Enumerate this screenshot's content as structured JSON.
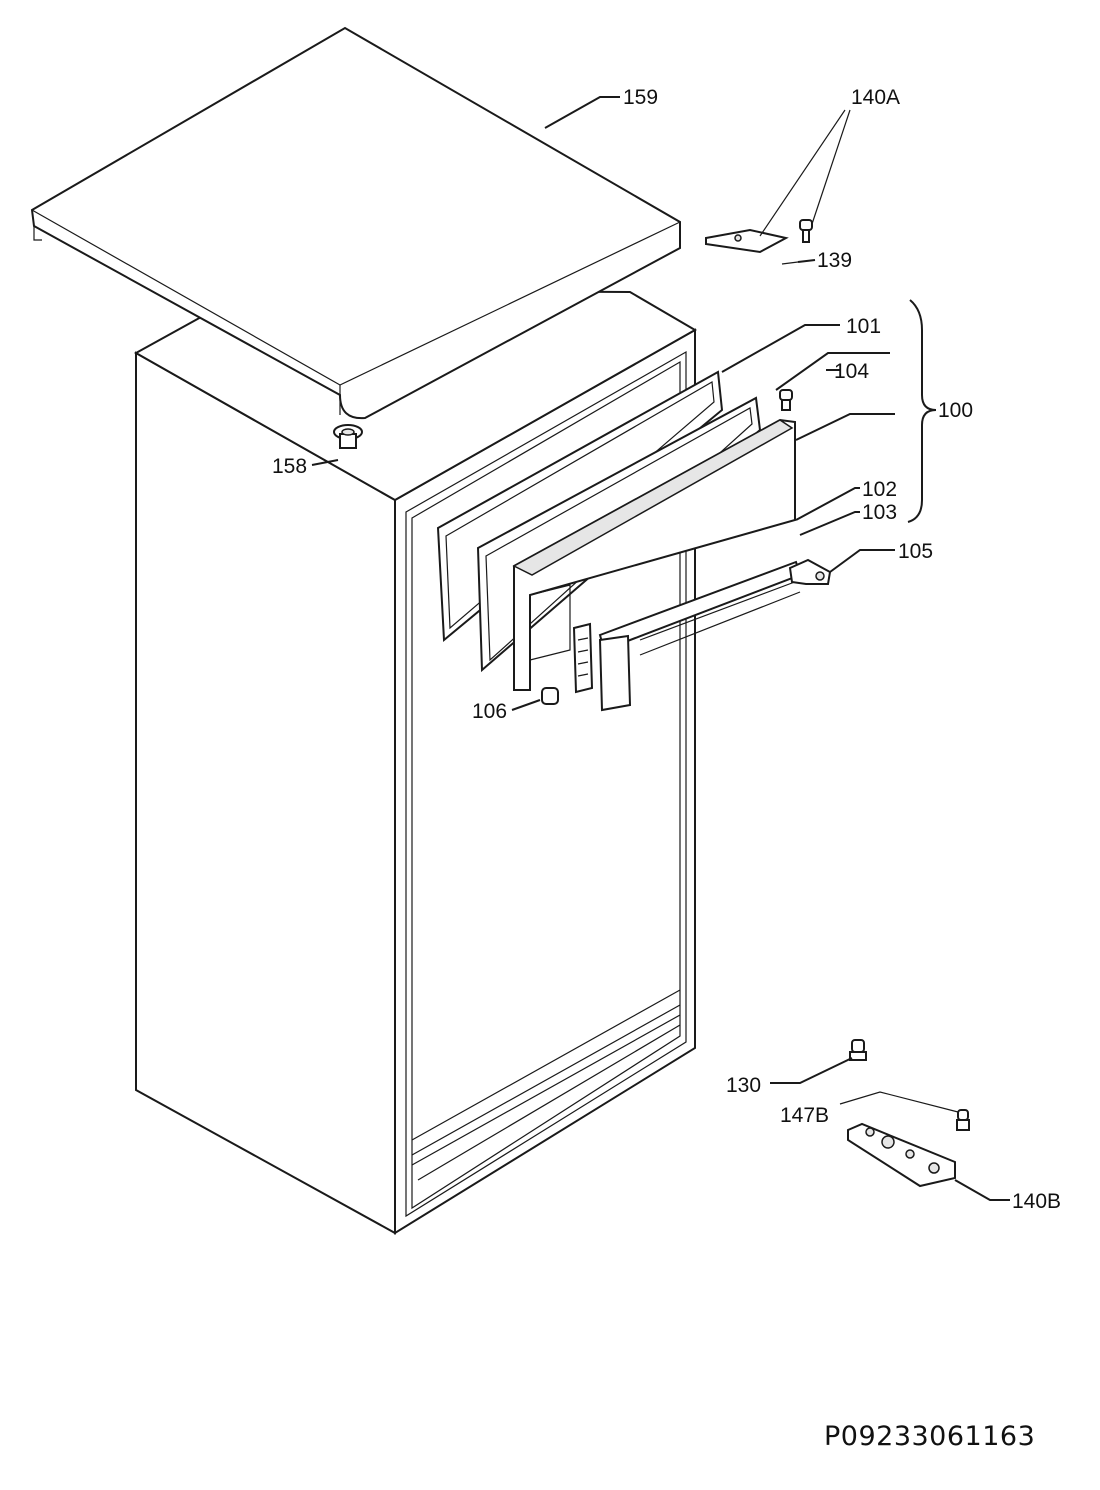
{
  "diagram": {
    "document_code": "P09233061163",
    "labels": {
      "l159": "159",
      "l140A": "140A",
      "l139": "139",
      "l101": "101",
      "l104": "104",
      "l100": "100",
      "l158": "158",
      "l102": "102",
      "l103": "103",
      "l105": "105",
      "l106": "106",
      "l130": "130",
      "l147B": "147B",
      "l140B": "140B"
    }
  }
}
